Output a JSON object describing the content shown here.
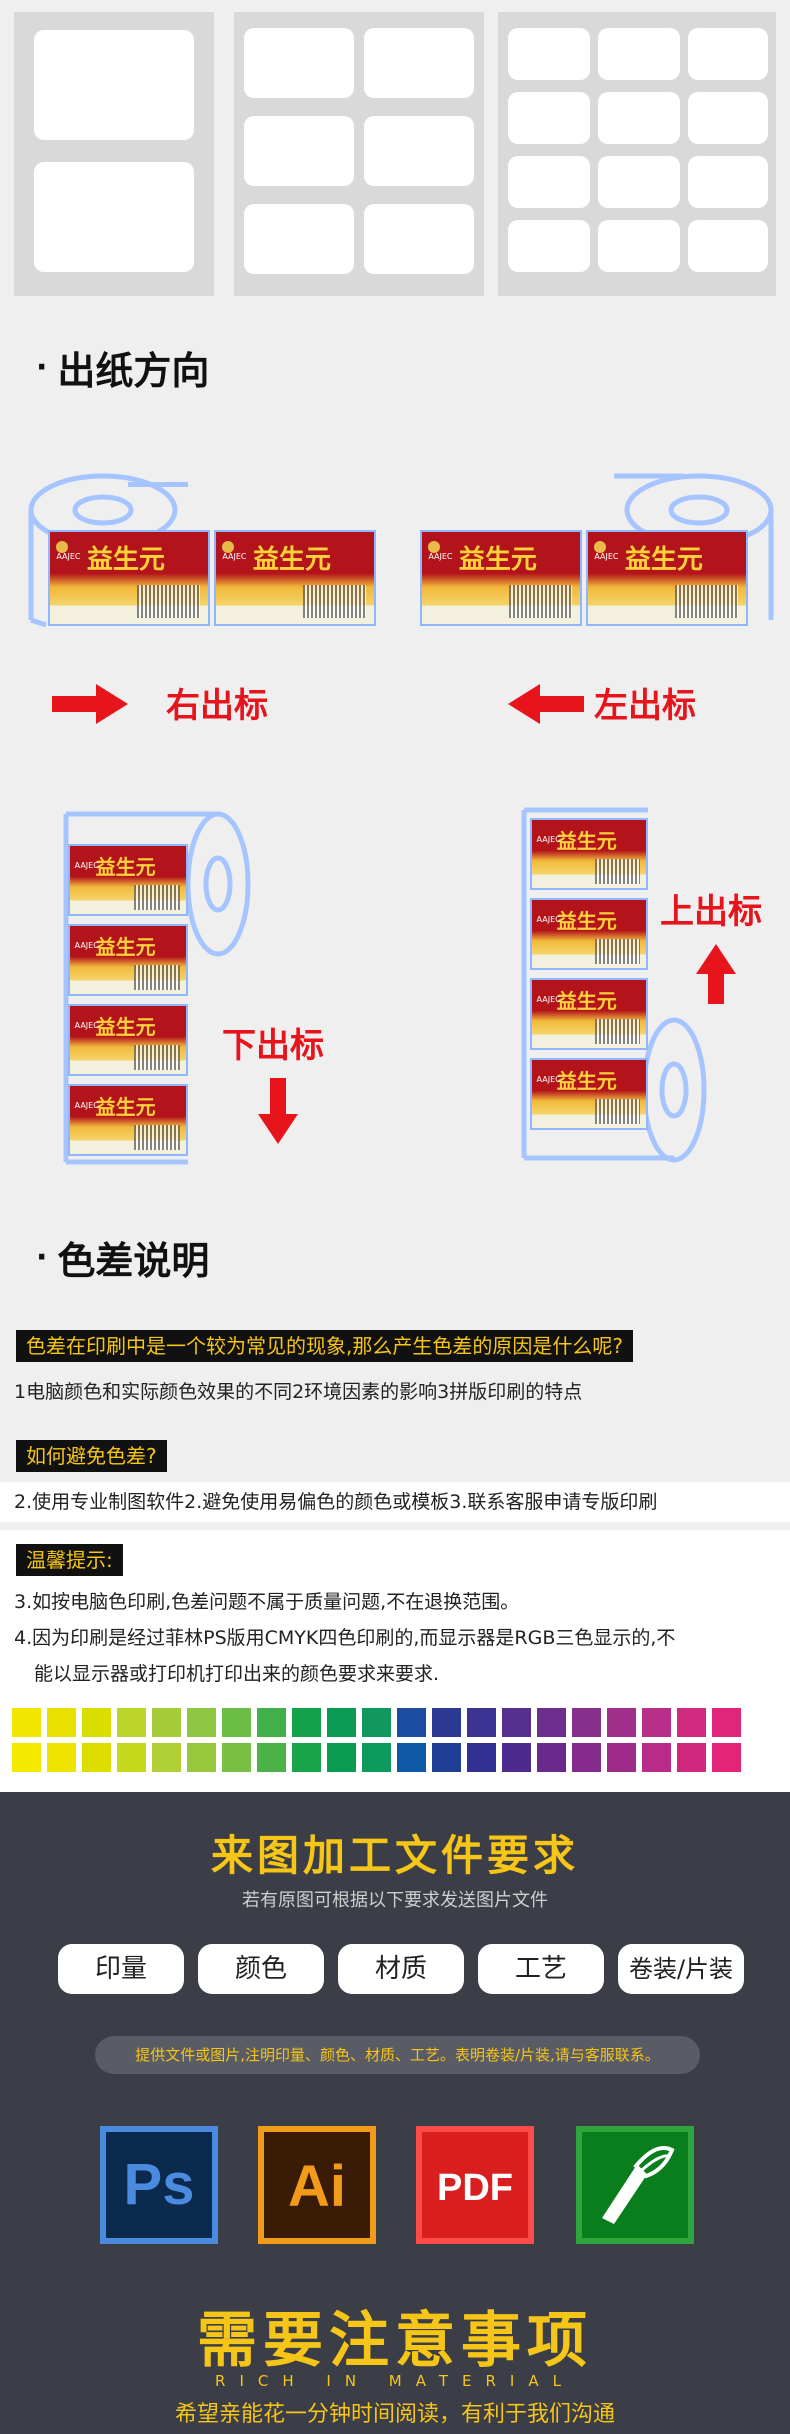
{
  "headings": {
    "paper_direction": "出纸方向",
    "color_diff": "色差说明",
    "bullet": "·"
  },
  "label": {
    "brand": "益生元",
    "sub": "AAJEC"
  },
  "directions": {
    "right": "右出标",
    "left": "左出标",
    "down": "下出标",
    "up": "上出标"
  },
  "color_diff": {
    "q1": "色差在印刷中是一个较为常见的现象,那么产生色差的原因是什么呢?",
    "a1": "1电脑颜色和实际颜色效果的不同2环境因素的影响3拼版印刷的特点",
    "q2": "如何避免色差?",
    "a2": "2.使用专业制图软件2.避免使用易偏色的颜色或模板3.联系客服申请专版印刷",
    "q3": "温馨提示:",
    "a3_1": "3.如按电脑色印刷,色差问题不属于质量问题,不在退换范围。",
    "a3_2": "4.因为印刷是经过菲林PS版用CMYK四色印刷的,而显示器是RGB三色显示的,不",
    "a3_3": "能以显示器或打印机打印出来的颜色要求来要求."
  },
  "swatch_colors": {
    "row1": [
      "#f2e500",
      "#eae000",
      "#d9dd00",
      "#bcd52a",
      "#a4cd39",
      "#8fc742",
      "#6cbd45",
      "#3fb04a",
      "#14a14b",
      "#0c9a53",
      "#12985f",
      "#1d4da0",
      "#2c3a93",
      "#3d3392",
      "#57308f",
      "#6e2e8e",
      "#86308c",
      "#a0308c",
      "#b82f89",
      "#cf2a80",
      "#e0267a"
    ],
    "row2": [
      "#f5e900",
      "#eee400",
      "#dedd00",
      "#c6d91c",
      "#b0d036",
      "#98c83e",
      "#78bf43",
      "#4cb248",
      "#1aa54b",
      "#0a9c50",
      "#0e9a5c",
      "#0f5aa6",
      "#1f3f96",
      "#322f92",
      "#4e2a8f",
      "#6a2a8d",
      "#842a8b",
      "#9e2a8a",
      "#b92b88",
      "#d1287f",
      "#e42478"
    ]
  },
  "requirements": {
    "title": "来图加工文件要求",
    "subtitle": "若有原图可根据以下要求发送图片文件",
    "pills": [
      "印量",
      "颜色",
      "材质",
      "工艺",
      "卷装/片装"
    ],
    "notice": "提供文件或图片,注明印量、颜色、材质、工艺。表明卷装/片装,请与客服联系。",
    "apps": [
      {
        "label": "Ps",
        "bg": "#0c2a4d",
        "border": "#4a8be0",
        "fg": "#4a8be0"
      },
      {
        "label": "Ai",
        "bg": "#3a1b05",
        "border": "#f29a1a",
        "fg": "#f29a1a"
      },
      {
        "label": "PDF",
        "bg": "#d81e1e",
        "border": "#ff4a4a",
        "fg": "#ffffff"
      },
      {
        "label": "",
        "bg": "#0a7d1c",
        "border": "#2fa53c",
        "fg": "#ffffff"
      }
    ]
  },
  "attention": {
    "title": "需要注意事项",
    "en": "RICH IN MATERIAL",
    "subtitle": "希望亲能花一分钟时间阅读，有利于我们沟通"
  },
  "colors": {
    "accent_red": "#e8141b",
    "accent_yellow": "#f5c518",
    "roll_blue": "#a6c4ff"
  }
}
